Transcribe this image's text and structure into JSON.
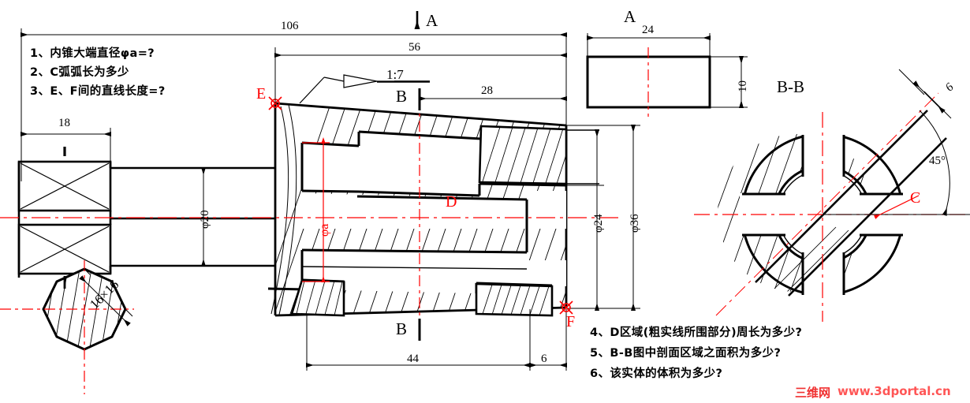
{
  "drawing": {
    "title_questions_left": [
      "1、内锥大端直径φa=?",
      "2、C弧弧长为多少",
      "3、E、F间的直线长度=?"
    ],
    "title_questions_right": [
      "4、D区域(粗实线所围部分)周长为多少?",
      "5、B-B图中剖面区域之面积为多少?",
      "6、该实体的体积为多少?"
    ],
    "watermark_cn": "三维网",
    "watermark_url": "www.3dportal.cn"
  },
  "main_view": {
    "dim_total_106": "106",
    "dim_56": "56",
    "dim_28": "28",
    "dim_44": "44",
    "dim_6": "6",
    "dim_18": "18",
    "taper_ratio": "1:7",
    "dia_20": "φ20",
    "dia_24": "φ24",
    "dia_36": "φ36",
    "dia_a": "φa",
    "label_D": "D",
    "label_E": "E",
    "label_F": "F",
    "section_A_mark": "A",
    "section_B_mark_top": "B",
    "section_B_mark_bottom": "B"
  },
  "view_A": {
    "title": "A",
    "dim_width": "24",
    "dim_height": "10"
  },
  "view_BB": {
    "title": "B-B",
    "dim_thickness": "6",
    "dim_angle": "45°",
    "label_C": "C"
  },
  "view_square": {
    "dim": "16×16"
  },
  "colors": {
    "outline": "#000000",
    "center_line": "#ff0000",
    "annotation_red": "#ff0000",
    "paper": "#ffffff"
  }
}
